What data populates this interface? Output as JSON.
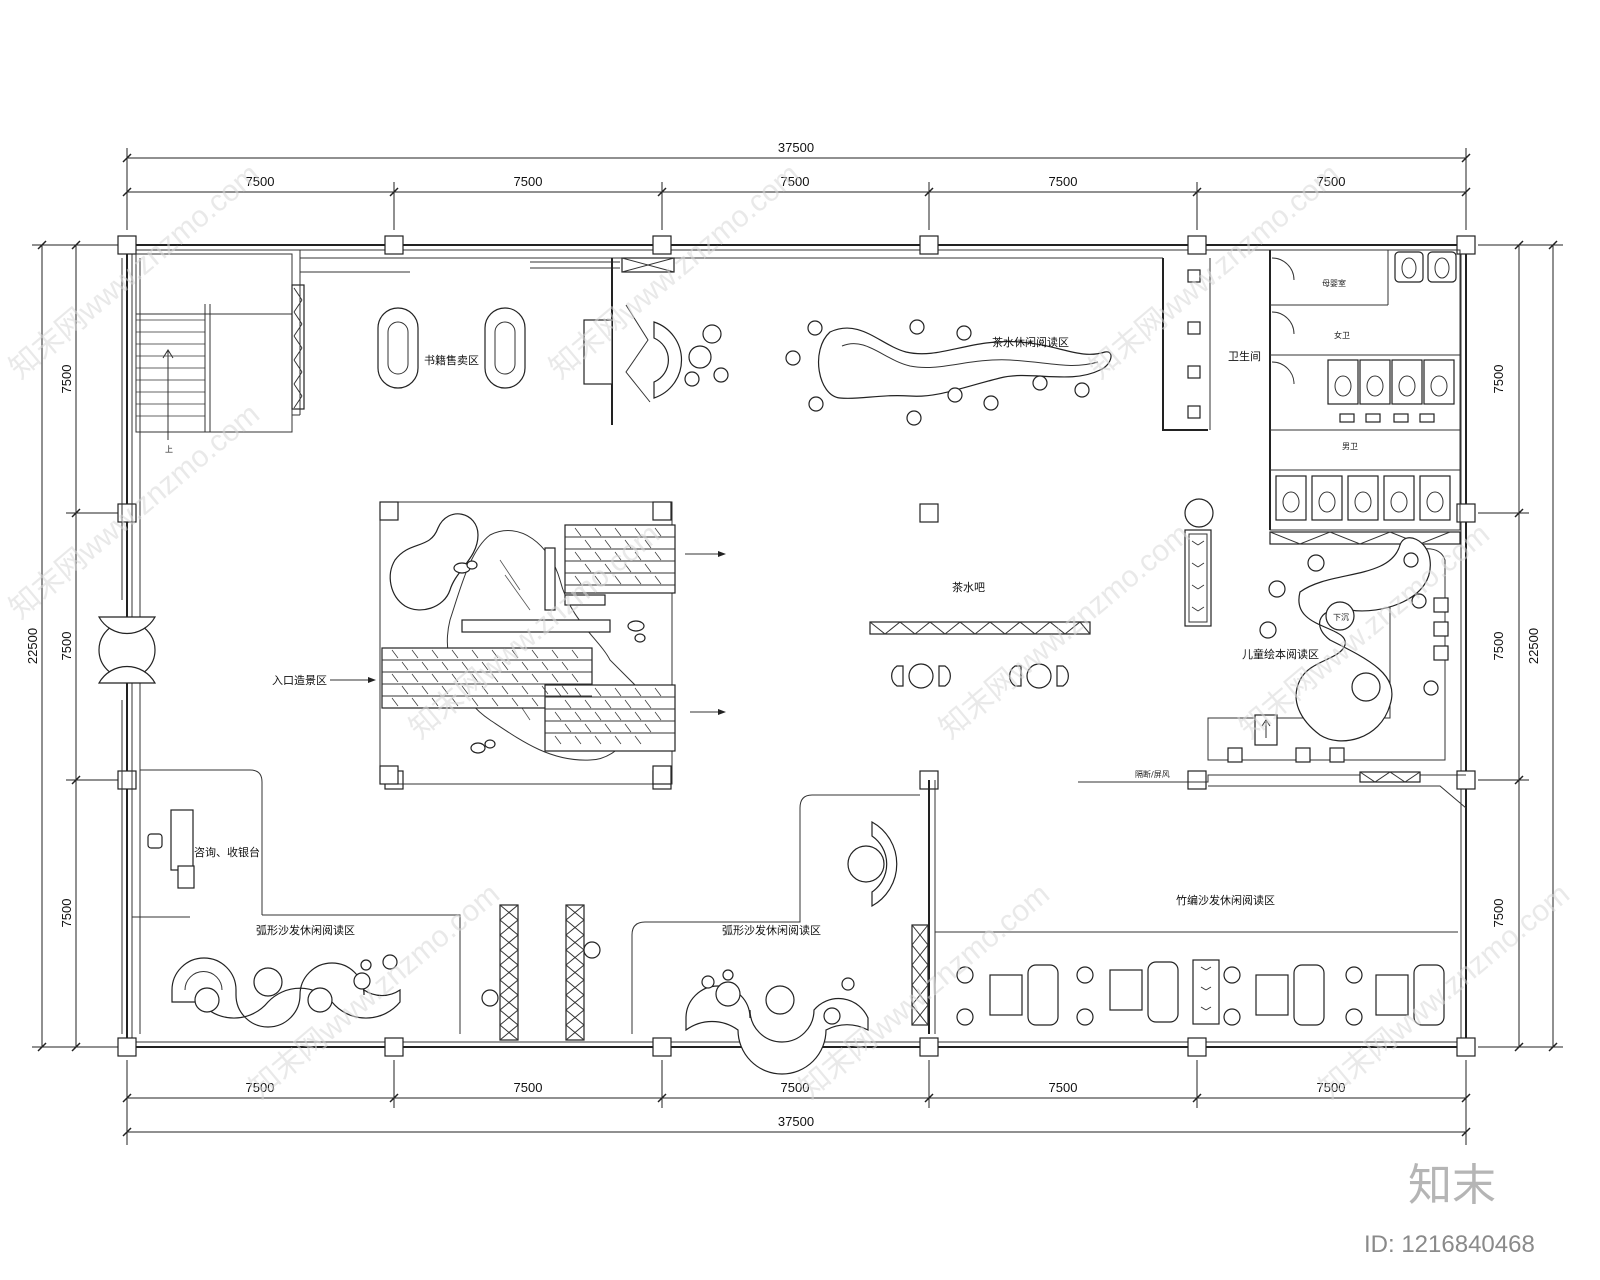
{
  "plan": {
    "total_dimension": "37500",
    "height_dimension": "22500",
    "bay_dimension": "7500"
  },
  "rooms": {
    "book_sales": "书籍售卖区",
    "tea_reading": "茶水休闲阅读区",
    "entrance": "入口造景区",
    "tea_bar": "茶水吧",
    "toilets": "卫生间",
    "mother_baby": "母婴室",
    "female_toilet": "女卫",
    "male_toilet": "男卫",
    "kids_reading": "儿童绘本阅读区",
    "down": "下沉",
    "partition": "隔断/屏风",
    "reception": "咨询、收银台",
    "arc_sofa_left": "弧形沙发休闲阅读区",
    "arc_sofa_mid": "弧形沙发休闲阅读区",
    "bamboo_sofa": "竹编沙发休闲阅读区",
    "stair_up": "上"
  },
  "watermark": "知末网www.znzmo.com",
  "brand": "知末",
  "image_id": "ID: 1216840468"
}
